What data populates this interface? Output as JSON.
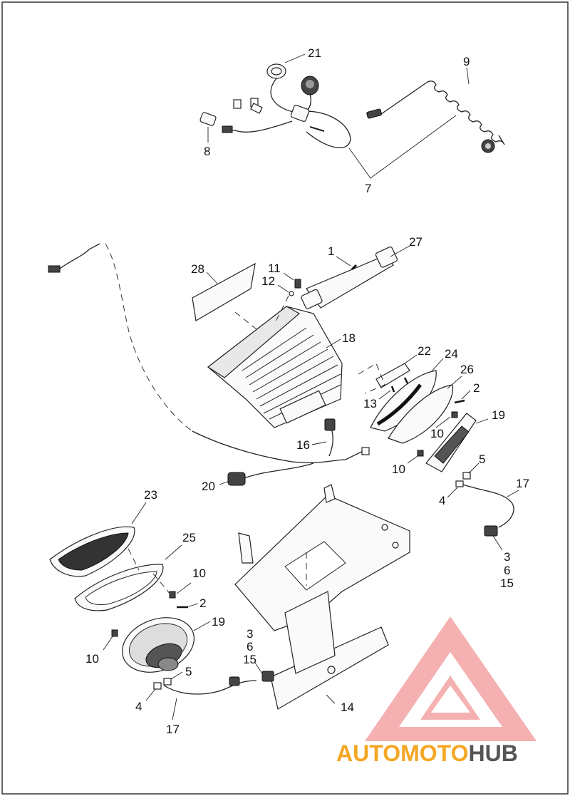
{
  "callouts": {
    "c1": "1",
    "c2a": "2",
    "c2b": "2",
    "c3a": "3",
    "c3b": "3",
    "c4a": "4",
    "c4b": "4",
    "c5a": "5",
    "c5b": "5",
    "c6a": "6",
    "c6b": "6",
    "c7": "7",
    "c8": "8",
    "c9": "9",
    "c10a": "10",
    "c10b": "10",
    "c10c": "10",
    "c10d": "10",
    "c11": "11",
    "c12": "12",
    "c13": "13",
    "c14": "14",
    "c15a": "15",
    "c15b": "15",
    "c16": "16",
    "c17a": "17",
    "c17b": "17",
    "c18": "18",
    "c19a": "19",
    "c19b": "19",
    "c20": "20",
    "c21": "21",
    "c22": "22",
    "c23": "23",
    "c24": "24",
    "c25": "25",
    "c26": "26",
    "c27": "27",
    "c28": "28"
  },
  "watermark": {
    "part1": "AUTO",
    "part2": "MOTO",
    "part3": "HUB",
    "color_orange": "#f5a623",
    "color_red": "#e53935",
    "color_gray": "#555555"
  },
  "colors": {
    "line": "#222222",
    "border": "#333333"
  }
}
